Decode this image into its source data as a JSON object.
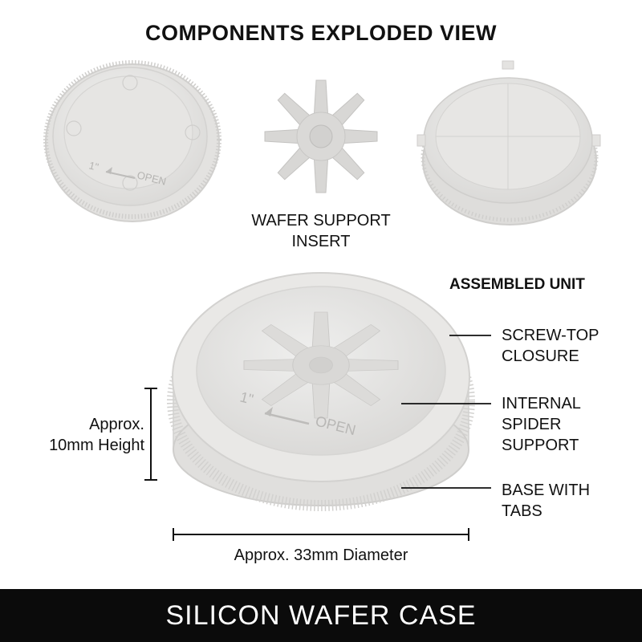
{
  "title": "COMPONENTS EXPLODED VIEW",
  "insert_caption": {
    "line1": "WAFER SUPPORT",
    "line2": "INSERT"
  },
  "lid_engraving": {
    "arrow_number": "1\"",
    "open_text": "OPEN"
  },
  "assembled_heading": "ASSEMBLED UNIT",
  "callouts": {
    "closure": {
      "line1": "SCREW-TOP",
      "line2": "CLOSURE"
    },
    "spider": {
      "line1": "INTERNAL",
      "line2": "SPIDER",
      "line3": "SUPPORT"
    },
    "base": {
      "line1": "BASE WITH",
      "line2": "TABS"
    }
  },
  "height_label": {
    "line1": "Approx.",
    "line2": "10mm Height"
  },
  "diameter_label": "Approx. 33mm Diameter",
  "footer": "SILICON WAFER CASE",
  "colors": {
    "plastic": "#ecebea",
    "plastic_edge": "#d6d5d3",
    "footer_bg": "#0b0b0b",
    "footer_text": "#ffffff"
  }
}
